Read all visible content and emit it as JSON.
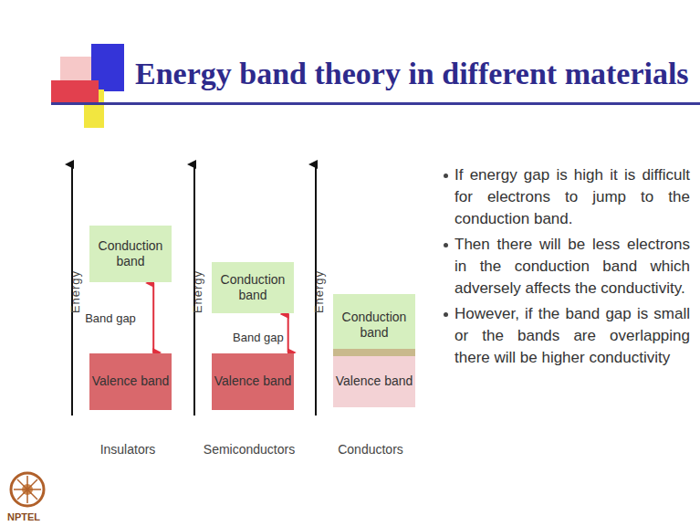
{
  "diagram": {
    "title": "Energy band theory in different materials",
    "nodes": [
      {
        "text": [
          "Conduction band"
        ]
      },
      {
        "text": [
          "Valence band"
        ]
      },
      {
        "text": [
          "Conduction band"
        ]
      },
      {
        "text": [
          "Valence band"
        ]
      },
      {
        "text": [
          "Conduction band"
        ]
      },
      {
        "text": [
          "Valence band"
        ]
      }
    ],
    "edges": [
      {
        "from": 0,
        "to": 1,
        "arrow": "both",
        "label": "Band gap"
      },
      {
        "from": 2,
        "to": 3,
        "arrow": "both",
        "label": "Band gap"
      }
    ],
    "labels": [
      "Energy",
      "Energy",
      "Energy",
      "Insulators",
      "Semiconductors",
      "Conductors",
      "If energy gap is high it is difficult for electrons to jump to the conduction band.",
      "Then there will be less electrons in the conduction band which adversely affects the conductivity.",
      "However, if the band gap is small or the bands are overlapping there will be higher conductivity",
      "NPTEL"
    ]
  }
}
